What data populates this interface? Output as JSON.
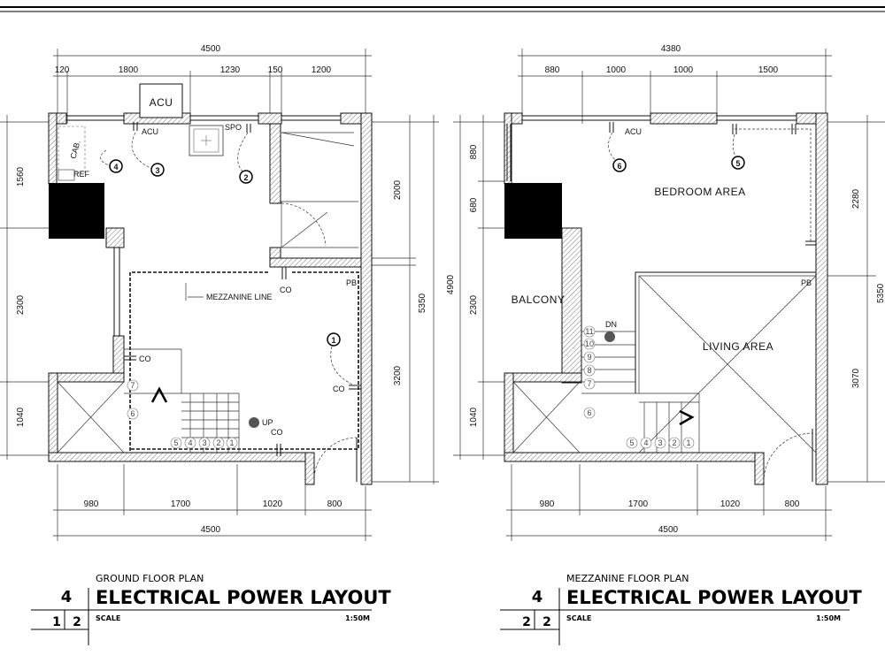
{
  "ground": {
    "dims_top_total": "4500",
    "dims_top": [
      "120",
      "1800",
      "1230",
      "150",
      "1200"
    ],
    "dims_left": [
      "1560",
      "2300",
      "1040"
    ],
    "dims_right_inner": [
      "2000",
      "3200"
    ],
    "dims_right_outer": "5350",
    "dims_bottom": [
      "980",
      "1700",
      "1020",
      "800"
    ],
    "dims_bottom_total": "4500",
    "labels": {
      "acu_box": "ACU",
      "acu": "ACU",
      "spo": "SPO",
      "cab": "CAB.",
      "ref": "REF",
      "mezz_line": "MEZZANINE LINE",
      "co1": "CO",
      "co2": "CO",
      "co3": "CO",
      "co4": "CO",
      "pb": "PB",
      "up": "UP"
    },
    "circuits": [
      "1",
      "2",
      "3",
      "4"
    ],
    "steps": [
      "5",
      "4",
      "3",
      "2",
      "1",
      "6",
      "7"
    ],
    "title_small": "GROUND FLOOR PLAN",
    "title_big": "ELECTRICAL POWER LAYOUT",
    "drawing_no": "4",
    "sheet_a": "1",
    "sheet_b": "2",
    "scale_label": "SCALE",
    "scale_value": "1:50M"
  },
  "mezzanine": {
    "dims_top_total": "4380",
    "dims_top": [
      "880",
      "1000",
      "1000",
      "1500"
    ],
    "dims_left_outer": "4900",
    "dims_left": [
      "880",
      "680",
      "2300",
      "1040"
    ],
    "dims_right_inner": [
      "2280",
      "3070"
    ],
    "dims_right_outer": "5350",
    "dims_bottom": [
      "980",
      "1700",
      "1020",
      "800"
    ],
    "dims_bottom_total": "4500",
    "rooms": {
      "bedroom": "BEDROOM AREA",
      "balcony": "BALCONY",
      "living": "LIVING AREA"
    },
    "labels": {
      "acu": "ACU",
      "pb": "PB",
      "dn": "DN"
    },
    "circuits": [
      "5",
      "6"
    ],
    "steps": [
      "11",
      "10",
      "9",
      "8",
      "7",
      "6",
      "5",
      "4",
      "3",
      "2",
      "1"
    ],
    "title_small": "MEZZANINE FLOOR PLAN",
    "title_big": "ELECTRICAL POWER LAYOUT",
    "drawing_no": "4",
    "sheet_a": "2",
    "sheet_b": "2",
    "scale_label": "SCALE",
    "scale_value": "1:50M"
  }
}
